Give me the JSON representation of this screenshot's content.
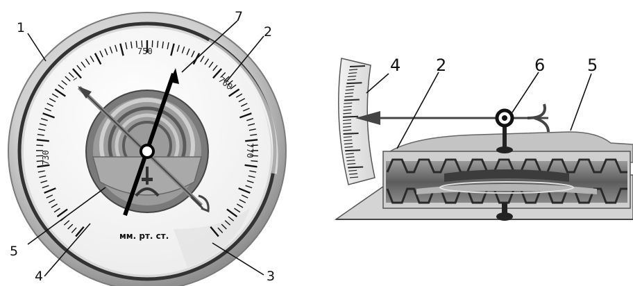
{
  "diagram": {
    "left": {
      "callouts": {
        "c1": "1",
        "c2": "2",
        "c3": "3",
        "c4": "4",
        "c5": "5",
        "c7": "7"
      },
      "scale_numbers": {
        "n750": "750",
        "n730": "730",
        "n760": "760",
        "n770": "770"
      },
      "unit_label": "мм. рт. ст."
    },
    "right": {
      "callouts": {
        "c4": "4",
        "c2": "2",
        "c6": "6",
        "c5": "5"
      }
    }
  }
}
